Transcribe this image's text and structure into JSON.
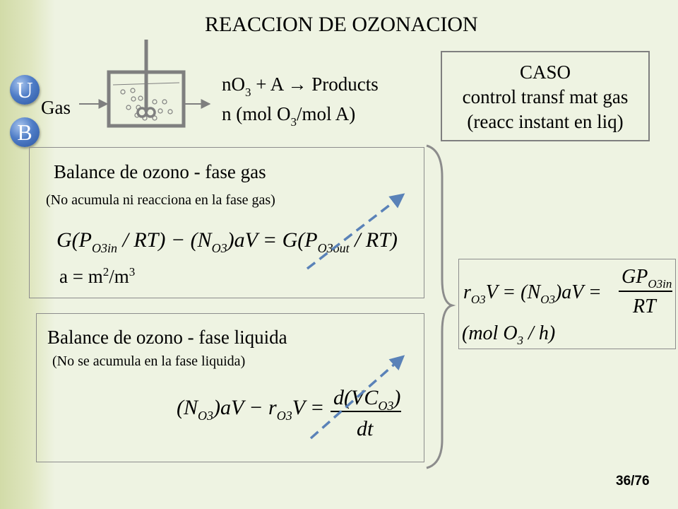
{
  "slide": {
    "title": "REACCION DE OZONACION",
    "page_number": "36/76",
    "badges": [
      "U",
      "B"
    ],
    "gas_label": "Gas",
    "reaction_line_1": "nO3 + A → Products",
    "reaction_line_2": "n (mol O3/mol A)",
    "caso": {
      "line1": "CASO",
      "line2": "control transf mat gas",
      "line3": "(reacc instant en liq)"
    },
    "gas_phase": {
      "heading": "Balance de ozono - fase gas",
      "note": "(No acumula ni reacciona en la fase gas)",
      "equation": "G(PO3in / RT) − (NO3)aV = G(PO3out / RT)",
      "unit": "a = m2/m3"
    },
    "liquid_phase": {
      "heading": "Balance de ozono - fase liquida",
      "note": "(No se acumula en la fase liquida)",
      "equation": "(NO3)aV − rO3V = d(VCO3)/dt"
    },
    "rate_box": {
      "equation": "rO3V = (NO3)aV = GPO3in/RT",
      "unit": "(mol O3 / h)"
    }
  },
  "colors": {
    "background": "#eef3e2",
    "band": "#d2dba8",
    "badge": "#3f6cb8",
    "box_border": "#8c8c8c"
  }
}
